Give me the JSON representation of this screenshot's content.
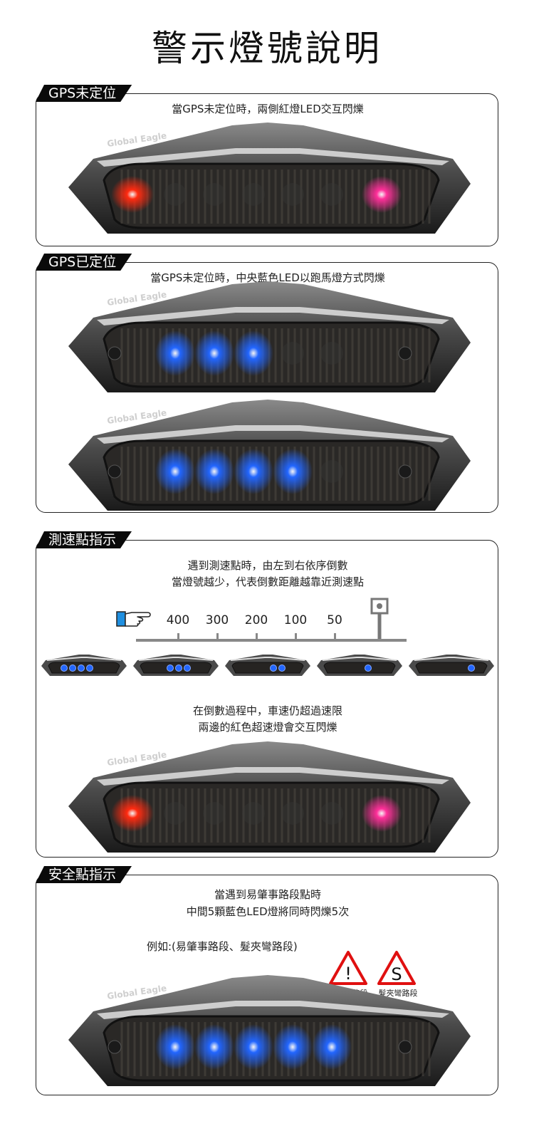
{
  "title": "警示燈號說明",
  "colors": {
    "red_led": "#ff2a10",
    "magenta_led": "#ff2f9a",
    "blue_led": "#2266ff",
    "sign_red": "#e01010"
  },
  "sections": [
    {
      "tab": "GPS未定位",
      "desc": [
        "當GPS未定位時，兩側紅燈LED交互閃爍"
      ],
      "lamps": [
        {
          "brand": "Global Eagle",
          "lit": [
            "red-left",
            "magenta-right"
          ],
          "blue_count": 0
        }
      ]
    },
    {
      "tab": "GPS已定位",
      "desc": [
        "當GPS未定位時，中央藍色LED以跑馬燈方式閃爍"
      ],
      "lamps": [
        {
          "brand": "Global Eagle",
          "lit": [
            "blue"
          ],
          "blue_count": 3
        },
        {
          "brand": "Global Eagle",
          "lit": [
            "blue"
          ],
          "blue_count": 4
        }
      ]
    },
    {
      "tab": "測速點指示",
      "desc": [
        "遇到測速點時，由左到右依序倒數",
        "當燈號越少，代表倒數距離越靠近測速點"
      ],
      "scale": [
        "400",
        "300",
        "200",
        "100",
        "50"
      ],
      "countdown_blue_counts": [
        4,
        3,
        2,
        1,
        1
      ],
      "desc2": [
        "在倒數過程中，車速仍超過速限",
        "兩邊的紅色超速燈會交互閃爍"
      ],
      "lamps": [
        {
          "brand": "Global Eagle",
          "lit": [
            "red-left",
            "magenta-right"
          ],
          "blue_count": 0
        }
      ]
    },
    {
      "tab": "安全點指示",
      "desc": [
        "當遇到易肇事路段點時",
        "中間5顆藍色LED燈將同時閃爍5次"
      ],
      "example": "例如:(易肇事路段、髮夾彎路段)",
      "signs": [
        {
          "symbol": "!",
          "label": "易肇事路段"
        },
        {
          "symbol": "S",
          "label": "髮夾彎路段"
        }
      ],
      "lamps": [
        {
          "brand": "Global Eagle",
          "lit": [
            "blue"
          ],
          "blue_count": 5
        }
      ]
    }
  ]
}
